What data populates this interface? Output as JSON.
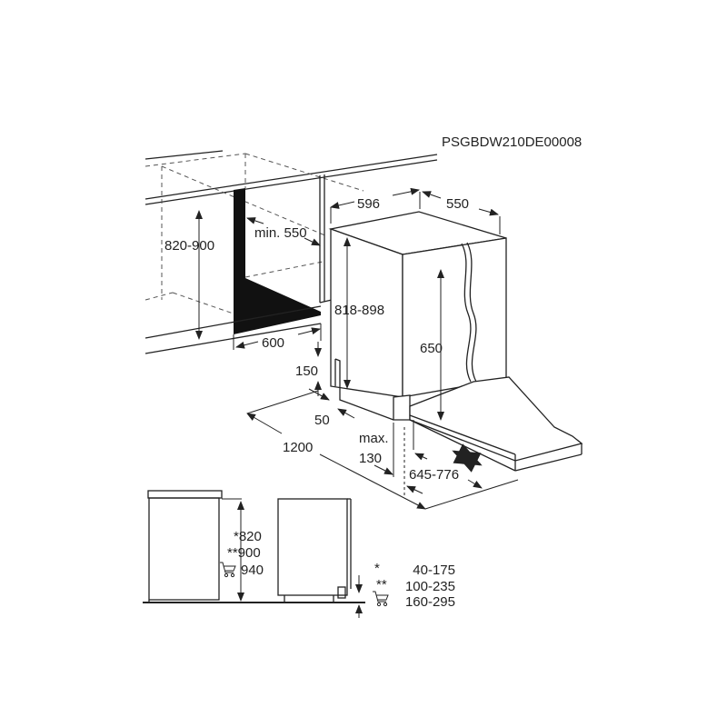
{
  "title": {
    "code": "PSGBDW210DE00008"
  },
  "dimensions": {
    "niche_height": "820-900",
    "niche_depth": "min. 550",
    "niche_width": "600",
    "appliance_width": "596",
    "appliance_depth": "550",
    "appliance_height": "818-898",
    "door_height": "650",
    "plinth_height": "150",
    "plinth_depth": "50",
    "door_swing": "1200",
    "max_label": "max.",
    "max_value": "130",
    "door_extension": "645-776"
  },
  "side_view": {
    "heights": [
      "*820",
      "**900",
      "940"
    ],
    "plinth_rows": [
      {
        "mark": "*",
        "value": "40-175"
      },
      {
        "mark": "**",
        "value": "100-235"
      },
      {
        "mark": "",
        "value": "160-295"
      }
    ]
  },
  "colors": {
    "line": "#222222",
    "background": "#ffffff"
  }
}
